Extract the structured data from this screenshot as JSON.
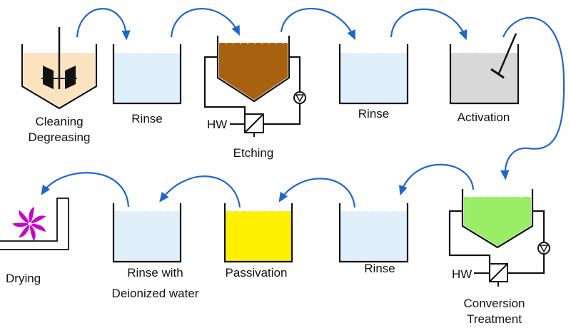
{
  "stages": {
    "cleaning": {
      "label_line1": "Cleaning",
      "label_line2": "Degreasing"
    },
    "rinse1": {
      "label": "Rinse"
    },
    "etching": {
      "label": "Etching",
      "hw": "HW"
    },
    "rinse2": {
      "label": "Rinse"
    },
    "activation": {
      "label": "Activation"
    },
    "conversion": {
      "label_line1": "Conversion",
      "label_line2": "Treatment",
      "hw": "HW"
    },
    "rinse3": {
      "label": "Rinse"
    },
    "passivation": {
      "label": "Passivation"
    },
    "rinse4": {
      "label_line1": "Rinse with",
      "label_line2": "Deionized water"
    },
    "drying": {
      "label": "Drying"
    }
  },
  "colors": {
    "cleaning_fill": "#fbe3c0",
    "rinse_fill": "#dff0fb",
    "etching_fill": "#a8620f",
    "activation_fill": "#d8d8d8",
    "conversion_fill": "#99ee66",
    "passivation_fill": "#fdf000",
    "drying_flower": "#cc00cc",
    "arrow": "#1f66cc",
    "outline": "#111111"
  }
}
